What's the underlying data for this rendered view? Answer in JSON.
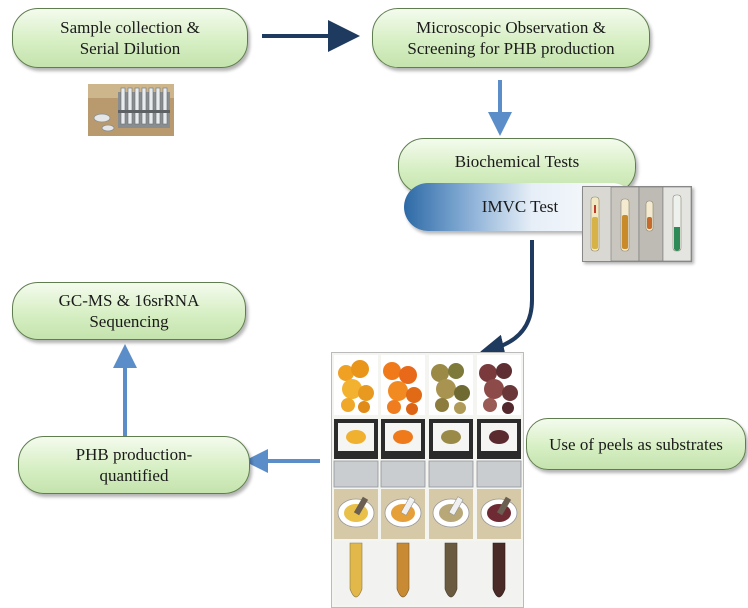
{
  "nodes": {
    "sample_collection": {
      "line1": "Sample collection &",
      "line2": "Serial Dilution"
    },
    "microscopic": {
      "line1": "Microscopic Observation &",
      "line2": "Screening for PHB production"
    },
    "biochemical": {
      "label": "Biochemical Tests"
    },
    "imvc": {
      "label": "IMVC Test"
    },
    "gcms": {
      "line1": "GC-MS & 16srRNA",
      "line2": "Sequencing"
    },
    "phb_quantified": {
      "line1": "PHB production-",
      "line2": "quantified"
    },
    "peels": {
      "label": "Use of peels as substrates"
    }
  },
  "colors": {
    "box_fill": "#d7efc4",
    "box_border": "#5f7d4f",
    "arrow_dark": "#1f3a5f",
    "arrow_light": "#5b8ec9",
    "imvc_gradient_start": "#2d6aa6"
  }
}
